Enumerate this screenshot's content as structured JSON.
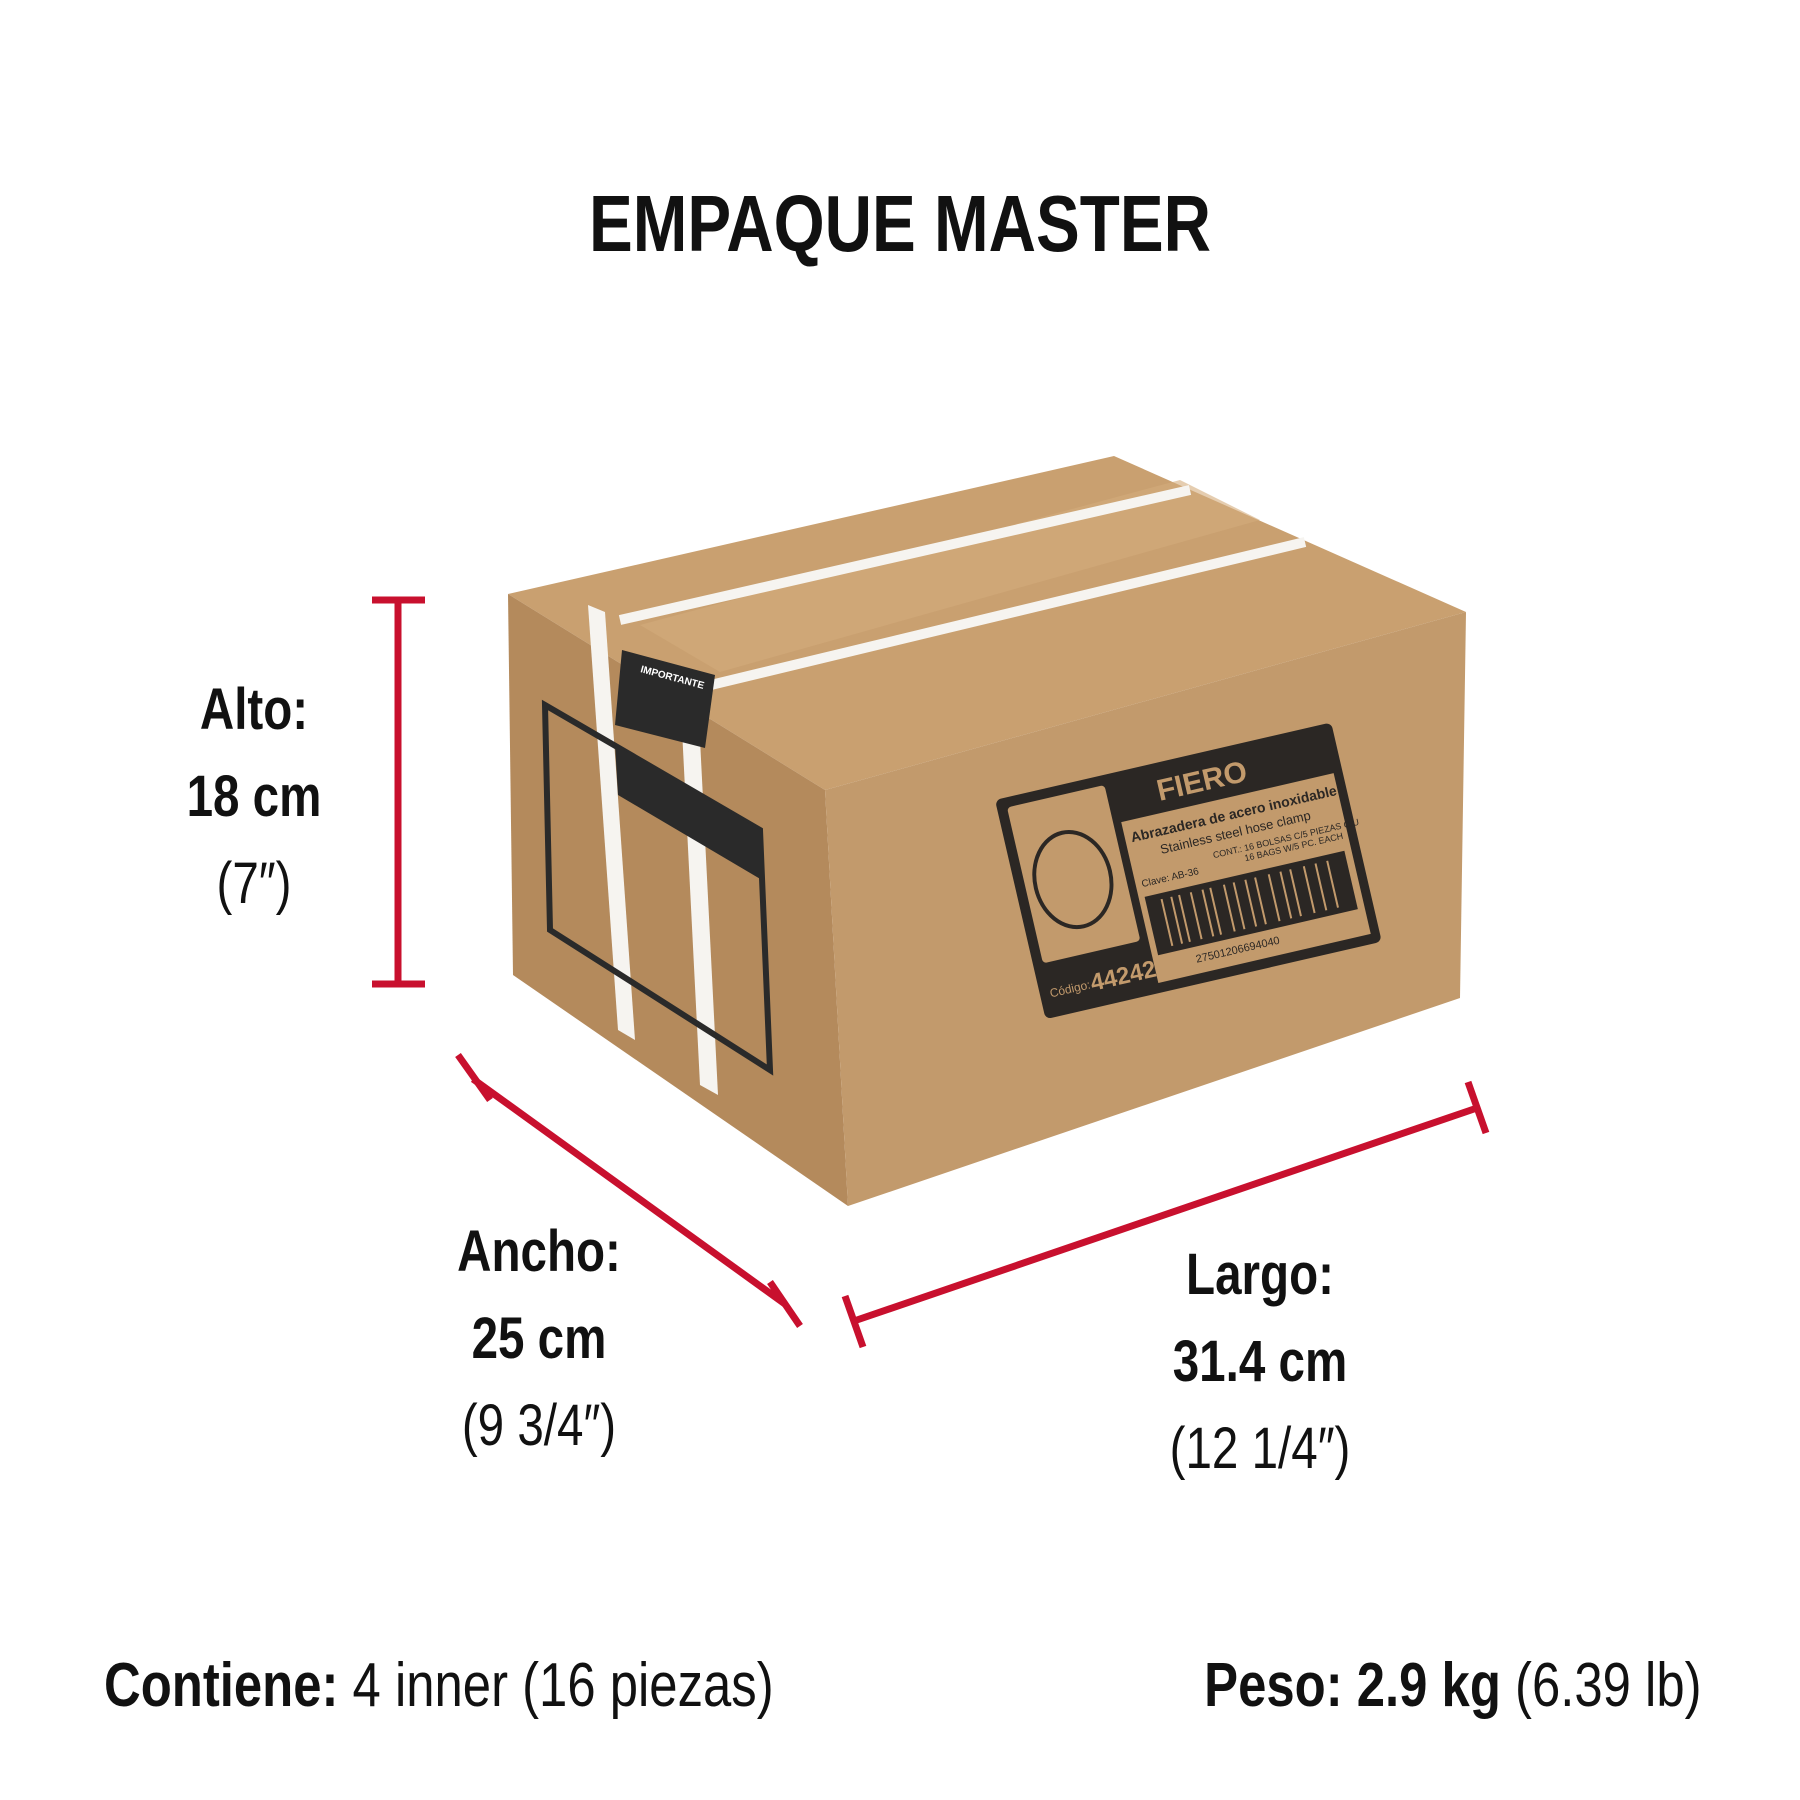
{
  "title": "EMPAQUE MASTER",
  "dimensions": {
    "alto": {
      "label": "Alto:",
      "metric": "18 cm",
      "imperial": "(7″)"
    },
    "ancho": {
      "label": "Ancho:",
      "metric": "25 cm",
      "imperial": "(9 3/4″)"
    },
    "largo": {
      "label": "Largo:",
      "metric": "31.4 cm",
      "imperial": "(12 1/4″)"
    }
  },
  "contents": {
    "label": "Contiene:",
    "value": "4 inner (16 piezas)"
  },
  "weight": {
    "label": "Peso:",
    "value": "2.9 kg",
    "imperial": "(6.39 lb)"
  },
  "box_label": {
    "brand": "FIERO",
    "product_es": "Abrazadera de acero inoxidable",
    "product_en": "Stainless steel hose clamp",
    "clave": "Clave: AB-36",
    "cont_es": "CONT.: 16 BOLSAS C/5 PIEZAS C/U",
    "cont_en": "16 BAGS W/5 PC. EACH",
    "barcode": "27501206694040",
    "codigo_label": "Código:",
    "codigo": "44242",
    "sticker": "IMPORTANTE"
  },
  "colors": {
    "accent": "#c8102e",
    "cardboard": "#c19a6b",
    "text": "#111111"
  }
}
